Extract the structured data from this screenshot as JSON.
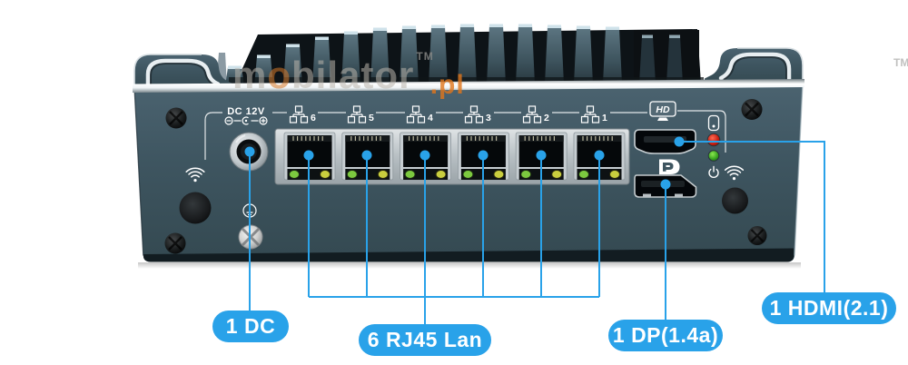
{
  "watermark": {
    "pre": "m",
    "o": "o",
    "rest": "bilator",
    "tm": "TM",
    "suffix": ".pl",
    "tm2": "TM"
  },
  "panel": {
    "dc_port_label": "DC 12V",
    "lan_numbers": [
      "6",
      "5",
      "4",
      "3",
      "2",
      "1"
    ],
    "hd_badge": "HD",
    "dp_badge": "D"
  },
  "callouts": {
    "dc": "1 DC",
    "lan": "6 RJ45 Lan",
    "dp": "1 DP(1.4a)",
    "hdmi": "1 HDMI(2.1)"
  },
  "colors": {
    "callout_blue": "#29a2e9",
    "led_red": "#d42a1e",
    "led_green": "#46b82e",
    "lan_led_left": "#7cc93f",
    "lan_led_right": "#c9ce3e",
    "chassis": "#3e5560",
    "watermark_accent": "#e0761c"
  }
}
